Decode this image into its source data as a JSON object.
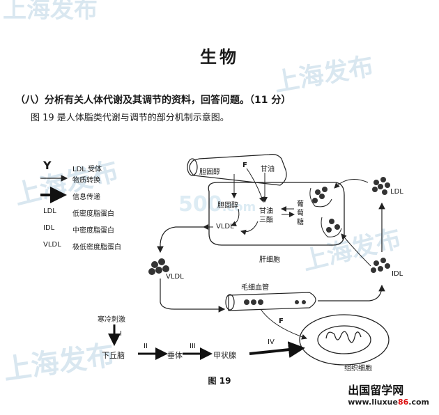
{
  "watermarks": {
    "top_left": "上海发布",
    "top_right": "上海发布",
    "mid_left": "上海发布",
    "mid_right": "上海发布",
    "bottom_left": "上海发布",
    "logo_number": "500",
    "logo_suffix": ".com"
  },
  "page_title": "生物",
  "question": {
    "heading": "（八）分析有关人体代谢及其调节的资料，回答问题。（11 分）",
    "intro": "图 19 是人体脂类代谢与调节的部分机制示意图。"
  },
  "legend": {
    "receptor_symbol": "Y",
    "receptor": "LDL 受体",
    "material": "物质转换",
    "signal": "信息传递",
    "items": [
      {
        "abbr": "LDL",
        "text": "低密度脂蛋白"
      },
      {
        "abbr": "IDL",
        "text": "中密度脂蛋白"
      },
      {
        "abbr": "VLDL",
        "text": "极低密度脂蛋白"
      }
    ]
  },
  "diagram": {
    "cholesterol_top": "胆固醇",
    "f_top": "F",
    "glycerol_top": "甘油",
    "cholesterol_liver": "胆固醇",
    "glycerol_liver": "甘油",
    "triglyceride": "三酯",
    "glucose_1": "葡",
    "glucose_2": "萄",
    "glucose_3": "糖",
    "vldl_liver": "VLDL",
    "liver_cell": "肝细胞",
    "ldl_right": "LDL",
    "vldl_left": "VLDL",
    "idl_right": "IDL",
    "capillary": "毛细血管",
    "f_bottom": "F",
    "tissue_cell": "组织细胞",
    "cold": "寒冷刺激",
    "step_1": "I",
    "step_2": "II",
    "step_3": "III",
    "step_4": "IV",
    "hypothalamus": "下丘脑",
    "pituitary": "垂体",
    "thyroid": "甲状腺"
  },
  "figure_caption": "图 19",
  "site": {
    "name": "出国留学网",
    "url_prefix": "www.liuxue",
    "url_num": "86",
    "url_suffix": ".com"
  }
}
